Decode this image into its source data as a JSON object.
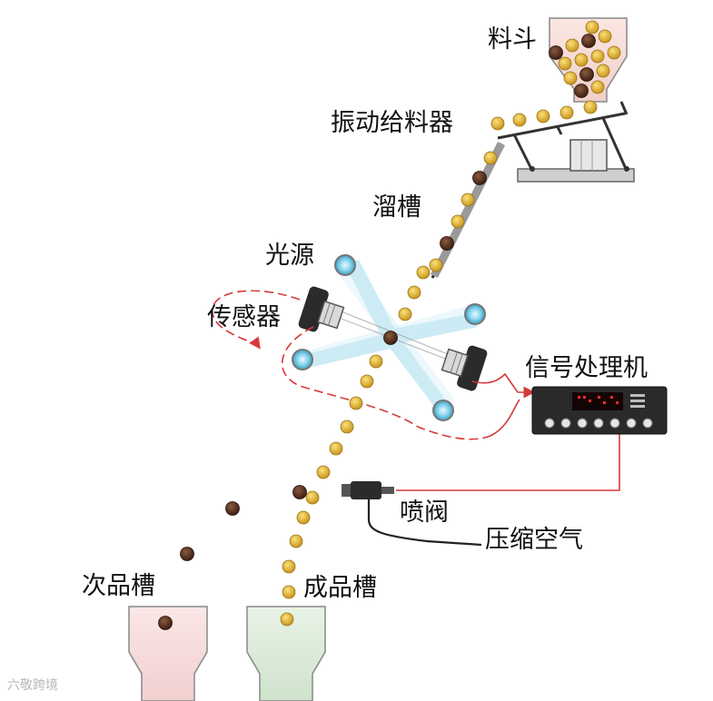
{
  "labels": {
    "hopper": "料斗",
    "vibratory_feeder": "振动给料器",
    "chute": "溜槽",
    "light_source": "光源",
    "sensor": "传感器",
    "signal_processor": "信号处理机",
    "ejector": "喷阀",
    "compressed_air": "压缩空气",
    "reject_bin": "次品槽",
    "accept_bin": "成品槽"
  },
  "watermark": "六敬跨境",
  "colors": {
    "good_particle": "#e9bd34",
    "bad_particle": "#5b3222",
    "light_beam": "#8fd3ea",
    "signal_line": "#d63a3a",
    "reject_bin_fill": "#f7dcdc",
    "accept_bin_fill": "#dcebdc",
    "device_dark": "#2b2b2b",
    "display_red": "#ff2a2a"
  }
}
